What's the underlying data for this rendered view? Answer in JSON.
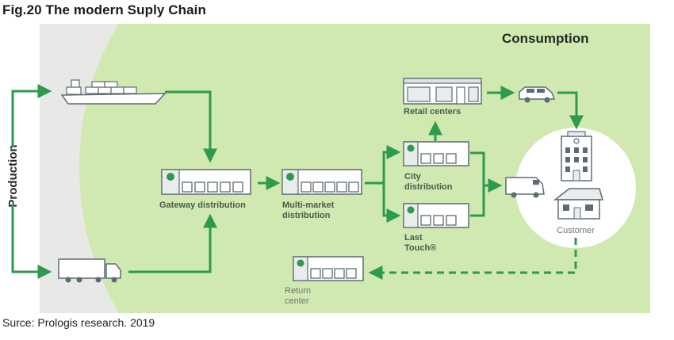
{
  "title": "Fig.20 The modern Suply Chain",
  "source": "Surce: Prologis research. 2019",
  "zones": {
    "production": "Production",
    "consumption": "Consumption"
  },
  "nodes": {
    "gateway": "Gateway distribution",
    "multi_market_1": "Multi-market",
    "multi_market_2": "distribution",
    "city_1": "City",
    "city_2": "distribution",
    "last_touch_1": "Last",
    "last_touch_2": "Touch®",
    "retail": "Retail centers",
    "return_1": "Return",
    "return_2": "center",
    "customer": "Customer"
  },
  "colors": {
    "consumption_bg": "#cfe9b0",
    "production_bg": "#e8e9e7",
    "arrow": "#2e9a4d",
    "icon": "#5f6b72"
  }
}
